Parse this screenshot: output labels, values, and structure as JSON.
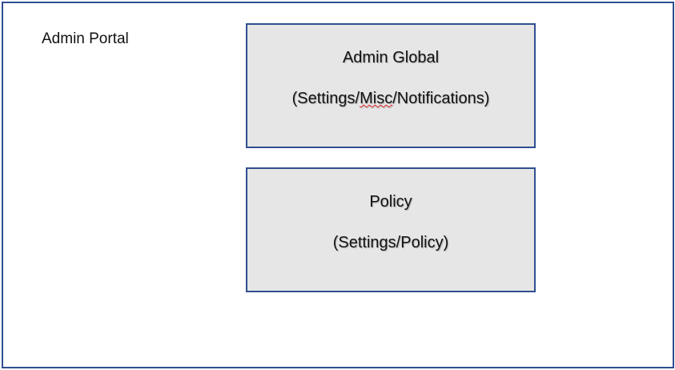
{
  "portal": {
    "title": "Admin Portal"
  },
  "box_admin_global": {
    "title": "Admin Global",
    "sub_open": "(Settings/",
    "sub_misspelled": "Misc",
    "sub_close": "/Notifications)"
  },
  "box_policy": {
    "title": "Policy",
    "sub": "(Settings/Policy)"
  },
  "colors": {
    "border": "#2f4f8f",
    "box_fill": "#e6e6e6",
    "spellcheck_underline": "#dd2222"
  }
}
